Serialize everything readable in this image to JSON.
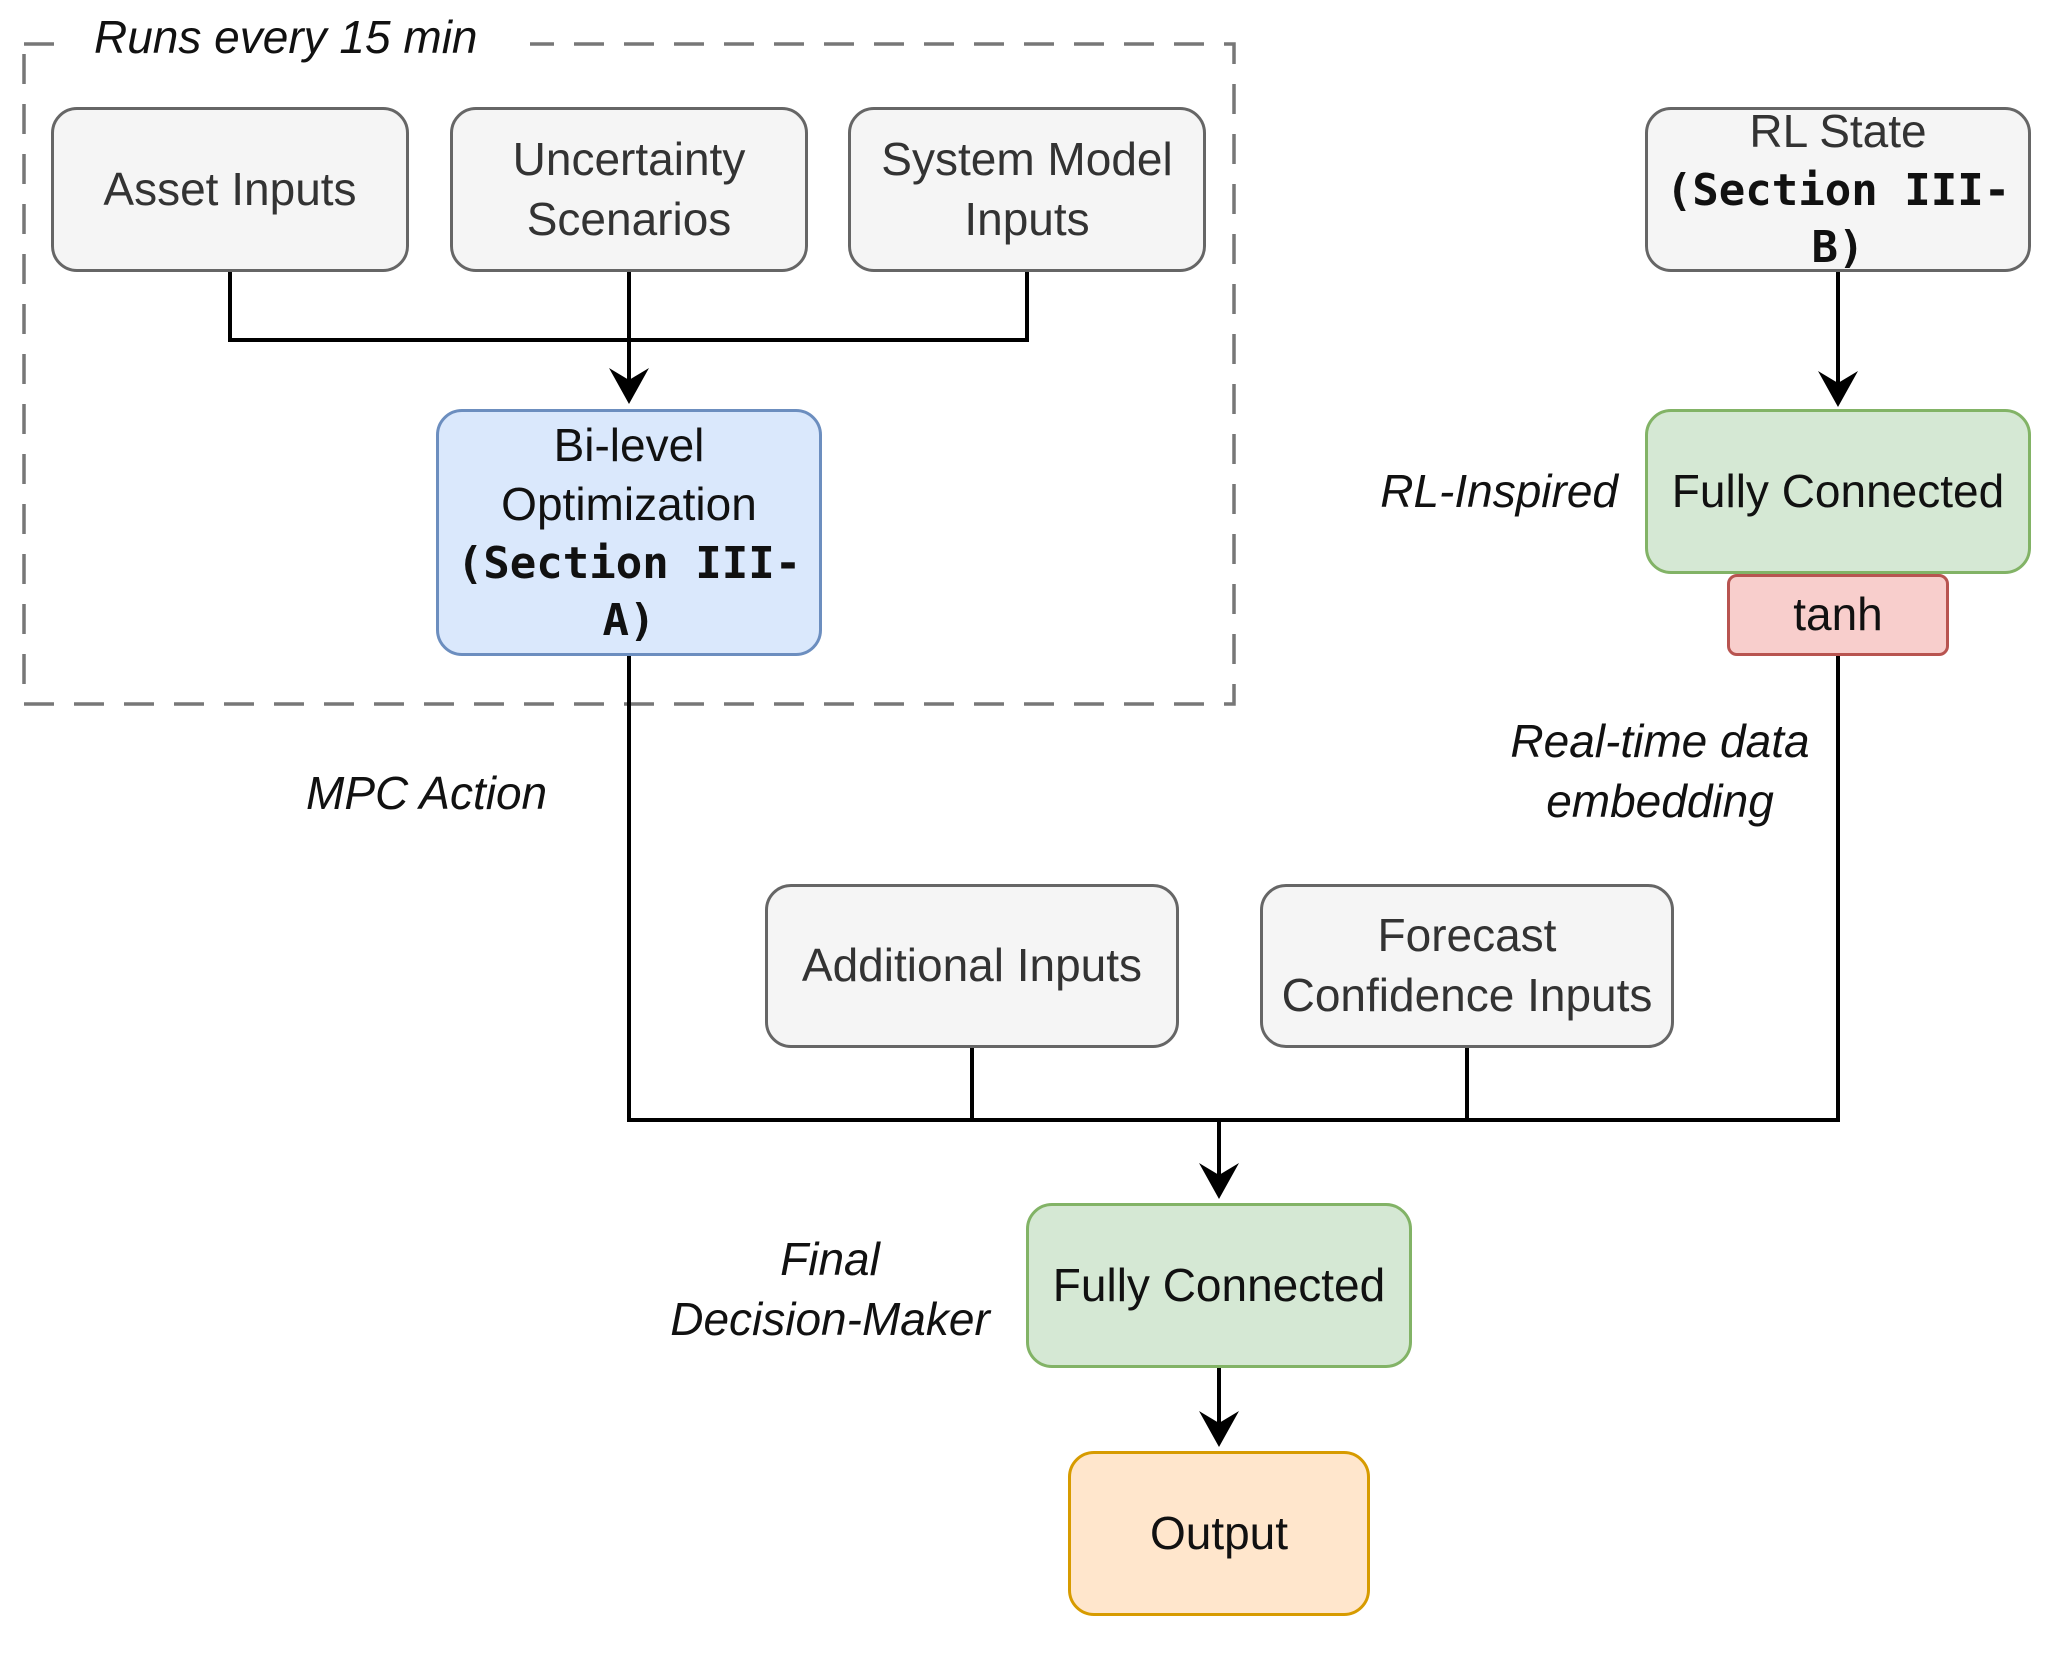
{
  "group": {
    "label": "Runs every 15 min"
  },
  "boxes": {
    "asset_inputs": "Asset Inputs",
    "uncertainty_line1": "Uncertainty",
    "uncertainty_line2": "Scenarios",
    "system_model_line1": "System Model",
    "system_model_line2": "Inputs",
    "bilevel_line1": "Bi-level",
    "bilevel_line2": "Optimization",
    "bilevel_line3": "(Section III-A)",
    "rl_state_line1": "RL State",
    "rl_state_line2": "(Section III-B)",
    "fc_rl": "Fully Connected",
    "tanh": "tanh",
    "additional_inputs": "Additional Inputs",
    "forecast_line1": "Forecast",
    "forecast_line2": "Confidence Inputs",
    "fc_final": "Fully Connected",
    "output": "Output"
  },
  "labels": {
    "rl_inspired": "RL-Inspired",
    "mpc_action": "MPC Action",
    "realtime_line1": "Real-time data",
    "realtime_line2": "embedding",
    "final_line1": "Final",
    "final_line2": "Decision-Maker"
  },
  "colors": {
    "gray_fill": "#f5f5f5",
    "gray_stroke": "#666666",
    "blue_fill": "#dae8fc",
    "blue_stroke": "#6c8ebf",
    "green_fill": "#d5e8d4",
    "green_stroke": "#82b366",
    "red_fill": "#f8cecc",
    "red_stroke": "#b85450",
    "orange_fill": "#ffe6cc",
    "orange_stroke": "#d79b00"
  }
}
